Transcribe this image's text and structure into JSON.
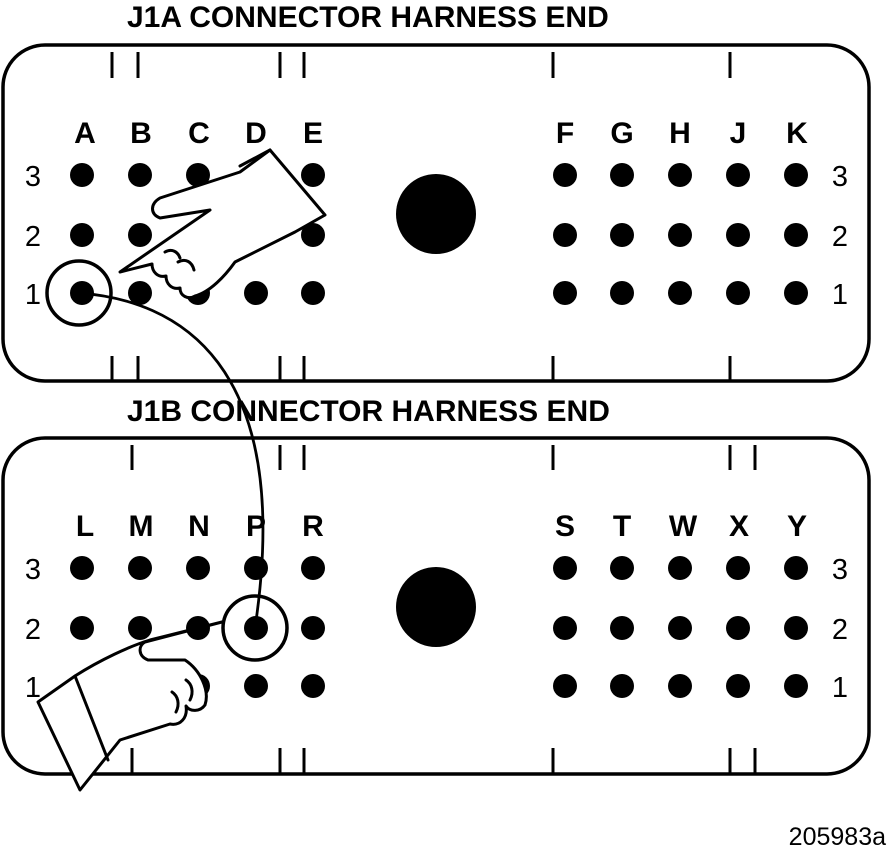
{
  "connectors": [
    {
      "id": "j1a",
      "title": "J1A CONNECTOR HARNESS END",
      "left_columns": [
        "A",
        "B",
        "C",
        "D",
        "E"
      ],
      "right_columns": [
        "F",
        "G",
        "H",
        "J",
        "K"
      ],
      "rows": [
        "3",
        "2",
        "1"
      ],
      "highlighted_pin": "A1"
    },
    {
      "id": "j1b",
      "title": "J1B CONNECTOR HARNESS END",
      "left_columns": [
        "L",
        "M",
        "N",
        "P",
        "R"
      ],
      "right_columns": [
        "S",
        "T",
        "W",
        "X",
        "Y"
      ],
      "rows": [
        "3",
        "2",
        "1"
      ],
      "highlighted_pin": "P2"
    }
  ],
  "figure_number": "205983a",
  "icons": [
    "pointing-hand-icon",
    "pointing-hand-icon"
  ],
  "colors": {
    "line": "#000000",
    "background": "#ffffff"
  }
}
